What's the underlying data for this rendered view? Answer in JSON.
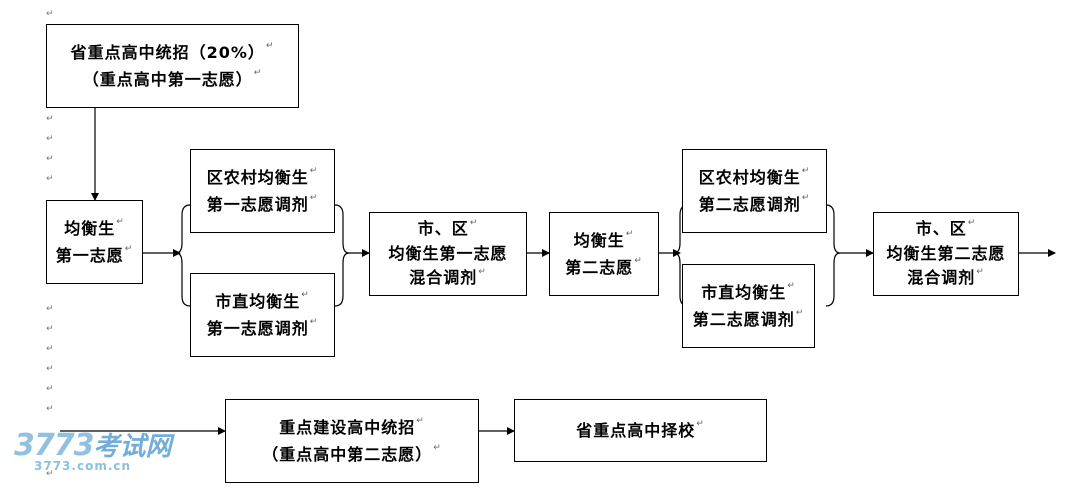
{
  "boxes": {
    "provincial_unified": [
      "省重点高中统招（20%）",
      "（重点高中第一志愿）"
    ],
    "balanced_first": [
      "均衡生",
      "第一志愿"
    ],
    "district_rural_first": [
      "区农村均衡生",
      "第一志愿调剂"
    ],
    "city_direct_first": [
      "市直均衡生",
      "第一志愿调剂"
    ],
    "city_district_first_mix": [
      "市、区",
      "均衡生第一志愿",
      "混合调剂"
    ],
    "balanced_second": [
      "均衡生",
      "第二志愿"
    ],
    "district_rural_second": [
      "区农村均衡生",
      "第二志愿调剂"
    ],
    "city_direct_second": [
      "市直均衡生",
      "第二志愿调剂"
    ],
    "city_district_second_mix": [
      "市、区",
      "均衡生第二志愿",
      "混合调剂"
    ],
    "key_construction": [
      "重点建设高中统招",
      "（重点高中第二志愿）"
    ],
    "provincial_choice": [
      "省重点高中择校"
    ]
  },
  "paragraph_mark": "↵",
  "watermark": {
    "brand_prefix": "3773",
    "brand_suffix": "考试网",
    "site": "3773.com.cn"
  }
}
